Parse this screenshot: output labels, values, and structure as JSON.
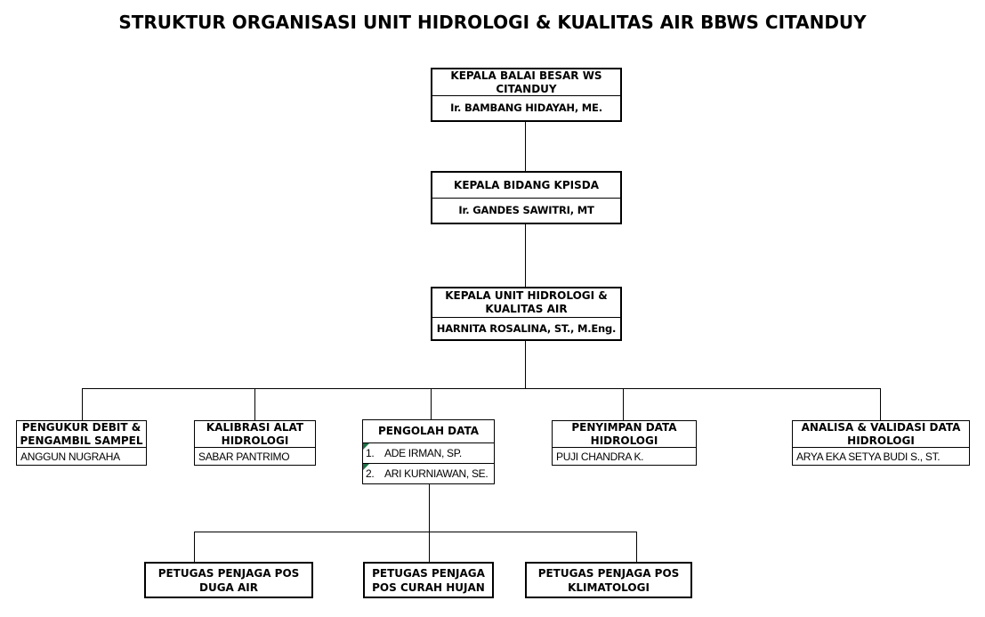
{
  "title": "STRUKTUR ORGANISASI UNIT HIDROLOGI & KUALITAS AIR BBWS CITANDUY",
  "nodes": {
    "kepala_balai": {
      "title": "KEPALA BALAI BESAR WS\nCITANDUY",
      "name": "Ir. BAMBANG HIDAYAH, ME."
    },
    "kepala_bidang": {
      "title": "KEPALA BIDANG KPISDA",
      "name": "Ir. GANDES SAWITRI, MT"
    },
    "kepala_unit": {
      "title": "KEPALA UNIT HIDROLOGI &\nKUALITAS AIR",
      "name": "HARNITA ROSALINA, ST., M.Eng."
    },
    "pengukur": {
      "title": "PENGUKUR DEBIT &\nPENGAMBIL SAMPEL",
      "name": "ANGGUN NUGRAHA"
    },
    "kalibrasi": {
      "title": "KALIBRASI ALAT\nHIDROLOGI",
      "name": "SABAR PANTRIMO"
    },
    "pengolah": {
      "title": "PENGOLAH DATA",
      "members": [
        {
          "num": "1.",
          "name": "ADE IRMAN, SP."
        },
        {
          "num": "2.",
          "name": "ARI KURNIAWAN, SE."
        }
      ]
    },
    "penyimpan": {
      "title": "PENYIMPAN DATA\nHIDROLOGI",
      "name": "PUJI CHANDRA K."
    },
    "analisa": {
      "title": "ANALISA & VALIDASI DATA\nHIDROLOGI",
      "name": "ARYA EKA SETYA BUDI S., ST."
    },
    "pos_duga_air": {
      "title": "PETUGAS PENJAGA POS\nDUGA AIR"
    },
    "pos_curah_hujan": {
      "title": "PETUGAS PENJAGA\nPOS CURAH HUJAN"
    },
    "pos_klimatologi": {
      "title": "PETUGAS PENJAGA POS\nKLIMATOLOGI"
    }
  },
  "colors": {
    "background": "#ffffff",
    "line": "#000000",
    "text": "#000000",
    "flag": "#1F7246"
  }
}
